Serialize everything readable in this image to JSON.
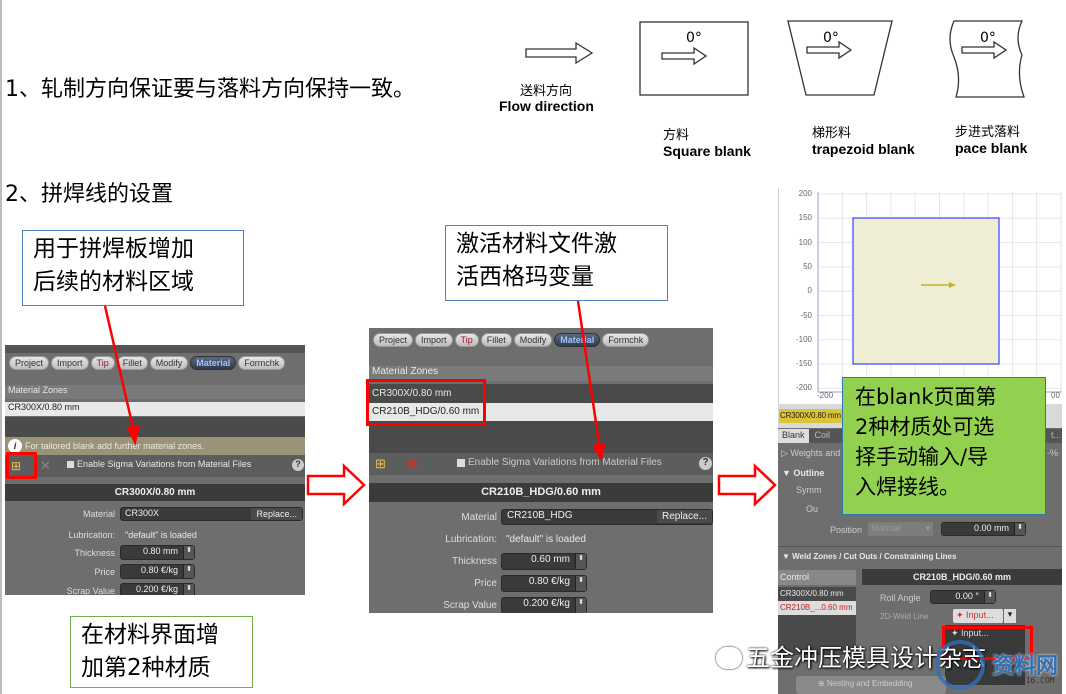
{
  "slide": {
    "point1": "1、轧制方向保证要与落料方向保持一致。",
    "point2": "2、拼焊线的设置"
  },
  "diagram": {
    "flow_cn": "送料方向",
    "flow_en": "Flow direction",
    "angle": "0°",
    "square_cn": "方料",
    "square_en": "Square blank",
    "trap_cn": "梯形料",
    "trap_en": "trapezoid blank",
    "pace_cn": "步进式落料",
    "pace_en": "pace blank"
  },
  "callouts": {
    "add_zone": [
      "用于拼焊板增加",
      "后续的材料区域"
    ],
    "activate": [
      "激活材料文件激",
      "活西格玛变量"
    ],
    "add_second": [
      "在材料界面增",
      "加第2种材质"
    ],
    "blank_page": [
      "在blank页面第",
      "2种材质处可选",
      "择手动输入/导",
      "入焊接线。"
    ]
  },
  "tabs": [
    "Project",
    "Import",
    "Tip",
    "Fillet",
    "Modify",
    "Material",
    "Formchk"
  ],
  "active_tab": "Material",
  "screen1": {
    "zones_label": "Material Zones",
    "zones": [
      "CR300X/0.80 mm"
    ],
    "info": "For tailored blank add further material zones.",
    "sigma": "Enable Sigma Variations from Material Files",
    "header": "CR300X/0.80 mm",
    "material_label": "Material",
    "material": "CR300X",
    "replace": "Replace...",
    "lubrication_label": "Lubrication:",
    "lubrication": "\"default\" is loaded",
    "thickness_label": "Thickness",
    "thickness": "0.80 mm",
    "price_label": "Price",
    "price": "0.80 €/kg",
    "scrap_label": "Scrap Value",
    "scrap": "0.200 €/kg"
  },
  "screen2": {
    "zones_label": "Material Zones",
    "zones": [
      "CR300X/0.80 mm",
      "CR210B_HDG/0.60 mm"
    ],
    "sigma": "Enable Sigma Variations from Material Files",
    "header": "CR210B_HDG/0.60 mm",
    "material_label": "Material",
    "material": "CR210B_HDG",
    "replace": "Replace...",
    "lubrication_label": "Lubrication:",
    "lubrication": "\"default\" is loaded",
    "thickness_label": "Thickness",
    "thickness": "0.60 mm",
    "price_label": "Price",
    "price": "0.80 €/kg",
    "scrap_label": "Scrap Value",
    "scrap": "0.200 €/kg"
  },
  "screen3": {
    "y_ticks": [
      "200",
      "150",
      "100",
      "50",
      "0",
      "-50",
      "-100",
      "-150",
      "-200"
    ],
    "x_tick_first": "-200",
    "x_tick_last": "00",
    "material_tag": "CR300X/0.80 mm",
    "tabs": [
      "Blank",
      "Coil"
    ],
    "tab_more": "t...",
    "weights": "Weights and",
    "weights_unit": "-%",
    "outline": "Outline",
    "symm": "Symm",
    "ou": "Ou",
    "position_label": "Position",
    "position_mode": "Manual",
    "position_value": "0.00 mm",
    "weld": "Weld Zones / Cut Outs / Constraining Lines",
    "control": "Control",
    "list": [
      "CR300X/0.80 mm",
      "CR210B_...0.60 mm"
    ],
    "header": "CR210B_HDG/0.60 mm",
    "roll_label": "Roll Angle",
    "roll": "0.00 °",
    "weld_label": "2D-Weld Line",
    "weld_value": "Input...",
    "menu_item": "Input...",
    "nesting": "Nesting and Embedding"
  },
  "watermark": {
    "text": "五金冲压模具设计杂志",
    "logo": "资料网",
    "url": "ZL.XS1616.COM"
  },
  "colors": {
    "highlight": "#ff0000",
    "callout_border": "#4f81bd",
    "green": "#92d050"
  }
}
